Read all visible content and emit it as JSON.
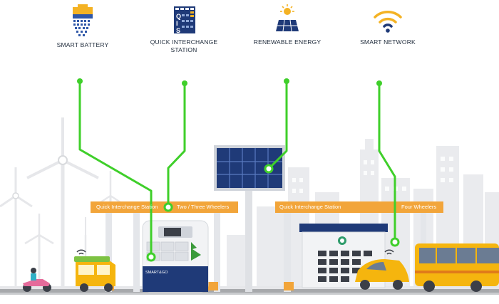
{
  "features": [
    {
      "label": "SMART BATTERY",
      "icon": "battery-icon"
    },
    {
      "label": "QUICK INTERCHANGE STATION",
      "icon": "qis-icon"
    },
    {
      "label": "RENEWABLE ENERGY",
      "icon": "solar-panel-icon"
    },
    {
      "label": "SMART NETWORK",
      "icon": "wifi-icon"
    }
  ],
  "canopies": {
    "left": {
      "title": "Quick Interchange Station",
      "vehicle_type": "Two / Three Wheelers"
    },
    "right": {
      "title": "Quick Interchange Station",
      "vehicle_type": "Four Wheelers"
    }
  },
  "kiosk": {
    "brand": "SMART&GO"
  },
  "colors": {
    "connector": "#3fcf2a",
    "canopy": "#f2a53a",
    "navy": "#1f3a78",
    "building": "#e8eaee",
    "battery_blue": "#2f57a8",
    "solar_sun": "#f4b223",
    "vehicle_yellow": "#f5b50e",
    "rickshaw_green": "#7dc242",
    "ground": "#a7a9ac"
  }
}
